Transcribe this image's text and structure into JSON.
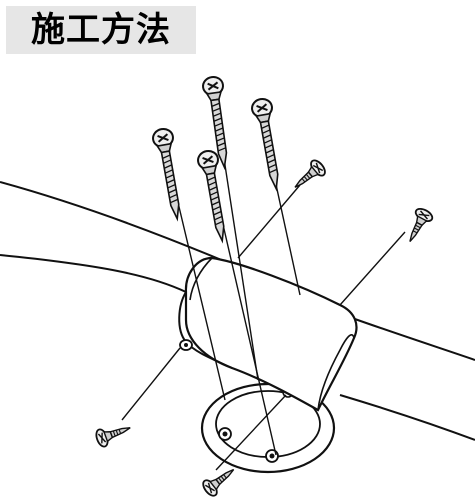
{
  "title": "施工方法",
  "colors": {
    "title_background": "#e6e6e6",
    "line": "#111111",
    "metal": "#cfcfcf",
    "metal_light": "#efefef"
  },
  "icons": [
    "wood-screw-icon",
    "flat-head-screw-icon",
    "handrail-bar",
    "elbow-bracket",
    "base-flange"
  ]
}
